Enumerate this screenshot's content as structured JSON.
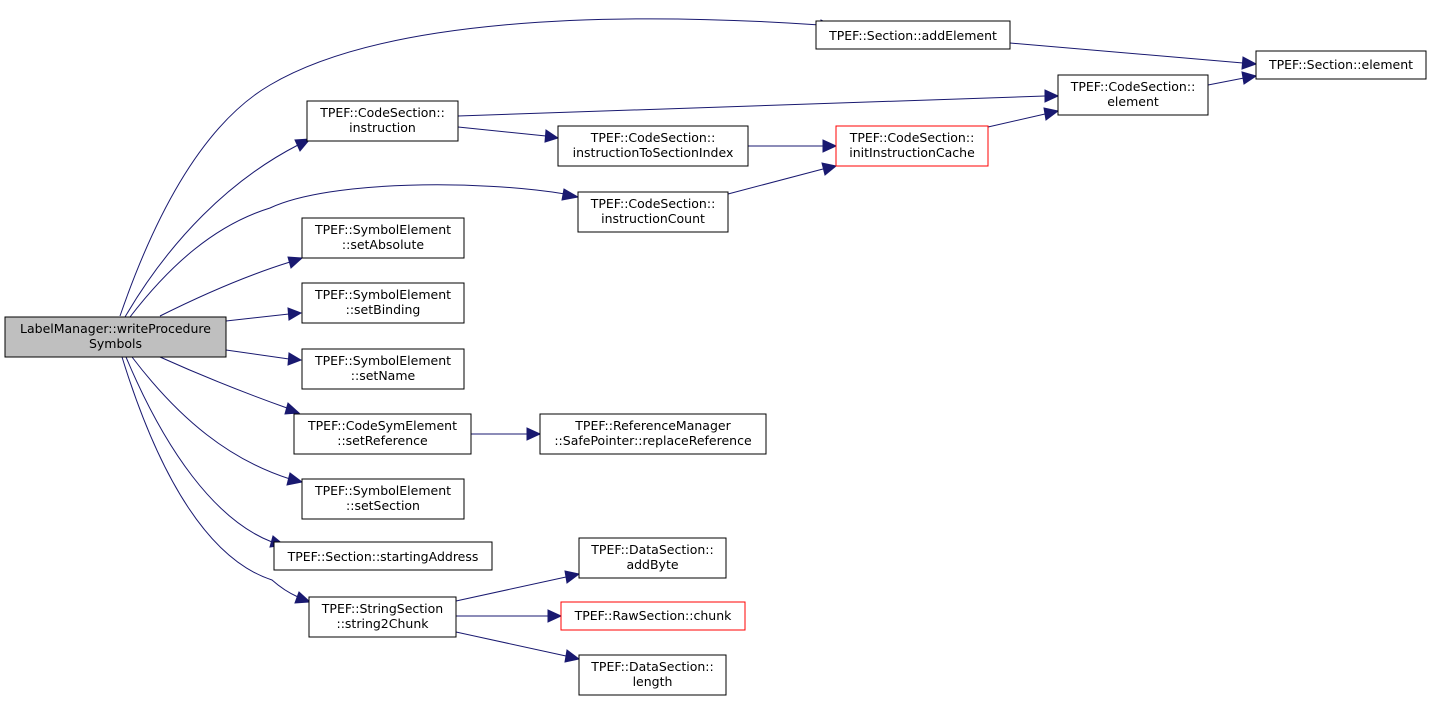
{
  "colors": {
    "edge": "#191970",
    "root_fill": "#bfbfbf",
    "node_border": "#000000",
    "highlight_border": "#ff0000"
  },
  "nodes": {
    "writeProcedureSymbols": [
      "LabelManager::writeProcedure",
      "Symbols"
    ],
    "addElement": [
      "TPEF::Section::addElement"
    ],
    "sectionElement": [
      "TPEF::Section::element"
    ],
    "codeSectionElement": [
      "TPEF::CodeSection::",
      "element"
    ],
    "instruction": [
      "TPEF::CodeSection::",
      "instruction"
    ],
    "instructionToSectionIndex": [
      "TPEF::CodeSection::",
      "instructionToSectionIndex"
    ],
    "initInstructionCache": [
      "TPEF::CodeSection::",
      "initInstructionCache"
    ],
    "instructionCount": [
      "TPEF::CodeSection::",
      "instructionCount"
    ],
    "setAbsolute": [
      "TPEF::SymbolElement",
      "::setAbsolute"
    ],
    "setBinding": [
      "TPEF::SymbolElement",
      "::setBinding"
    ],
    "setName": [
      "TPEF::SymbolElement",
      "::setName"
    ],
    "setReference": [
      "TPEF::CodeSymElement",
      "::setReference"
    ],
    "replaceReference": [
      "TPEF::ReferenceManager",
      "::SafePointer::replaceReference"
    ],
    "setSection": [
      "TPEF::SymbolElement",
      "::setSection"
    ],
    "startingAddress": [
      "TPEF::Section::startingAddress"
    ],
    "string2Chunk": [
      "TPEF::StringSection",
      "::string2Chunk"
    ],
    "addByte": [
      "TPEF::DataSection::",
      "addByte"
    ],
    "chunk": [
      "TPEF::RawSection::chunk"
    ],
    "length": [
      "TPEF::DataSection::",
      "length"
    ]
  }
}
